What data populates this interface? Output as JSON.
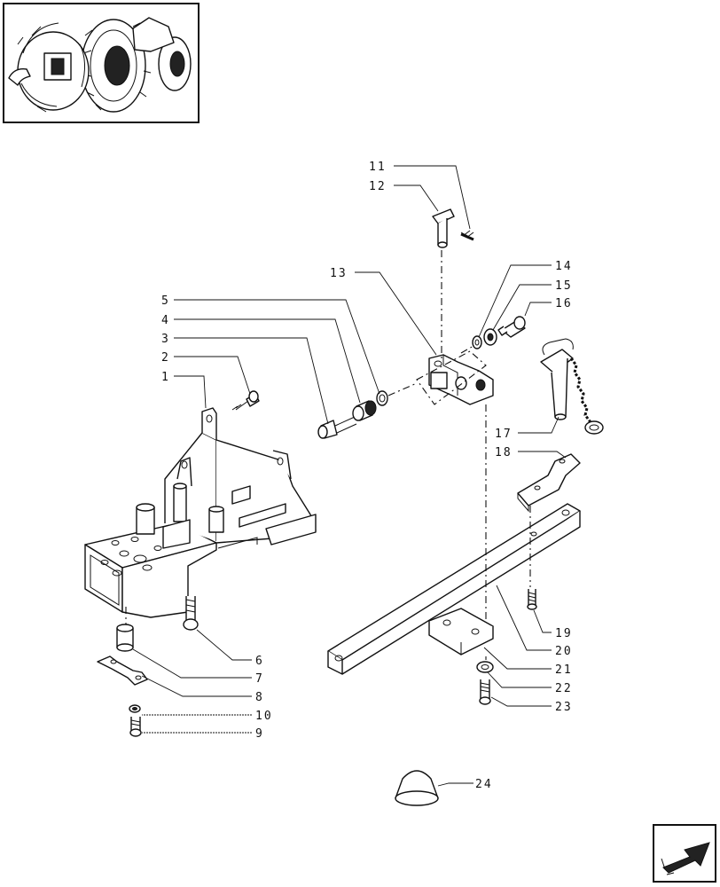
{
  "callouts": [
    {
      "id": "c1",
      "label": "1"
    },
    {
      "id": "c2",
      "label": "2"
    },
    {
      "id": "c3",
      "label": "3"
    },
    {
      "id": "c4",
      "label": "4"
    },
    {
      "id": "c5",
      "label": "5"
    },
    {
      "id": "c6",
      "label": "6"
    },
    {
      "id": "c7",
      "label": "7"
    },
    {
      "id": "c8",
      "label": "8"
    },
    {
      "id": "c9",
      "label": "9"
    },
    {
      "id": "c10",
      "label": "10"
    },
    {
      "id": "c11",
      "label": "11"
    },
    {
      "id": "c12",
      "label": "12"
    },
    {
      "id": "c13",
      "label": "13"
    },
    {
      "id": "c14",
      "label": "14"
    },
    {
      "id": "c15",
      "label": "15"
    },
    {
      "id": "c16",
      "label": "16"
    },
    {
      "id": "c17",
      "label": "17"
    },
    {
      "id": "c18",
      "label": "18"
    },
    {
      "id": "c19",
      "label": "19"
    },
    {
      "id": "c20",
      "label": "20"
    },
    {
      "id": "c21",
      "label": "21"
    },
    {
      "id": "c22",
      "label": "22"
    },
    {
      "id": "c23",
      "label": "23"
    },
    {
      "id": "c24",
      "label": "24"
    }
  ],
  "icons": {
    "thumbnail": "tractor-thumbnail-icon",
    "nav": "next-page-arrow-icon"
  }
}
